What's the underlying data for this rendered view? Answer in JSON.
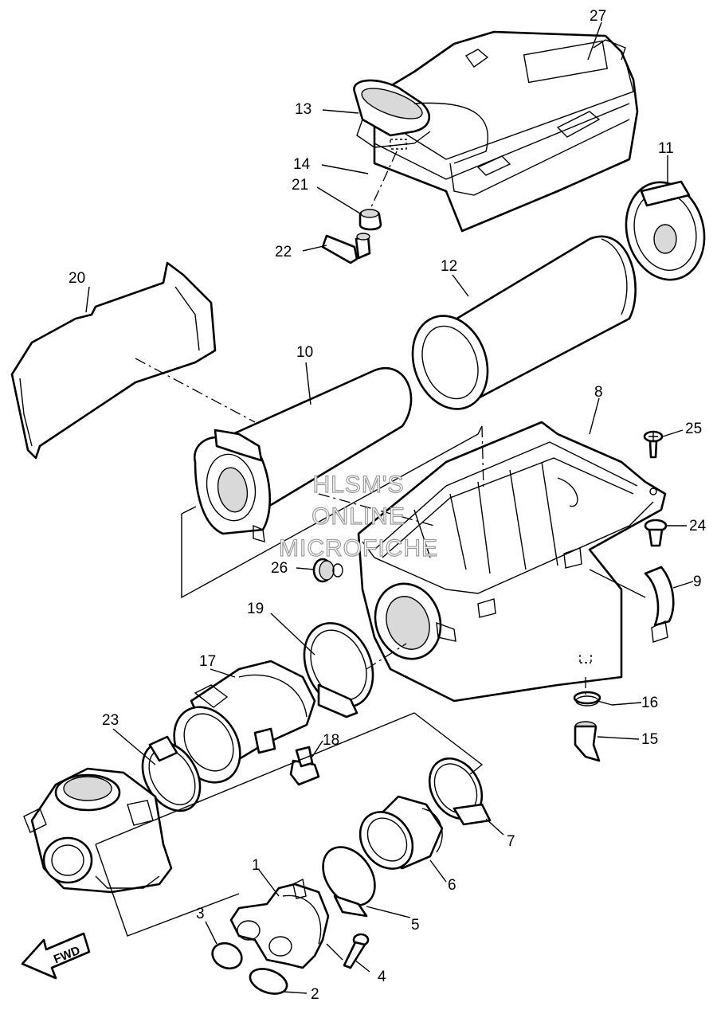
{
  "diagram": {
    "callouts": [
      "1",
      "2",
      "3",
      "4",
      "5",
      "6",
      "7",
      "8",
      "9",
      "10",
      "11",
      "12",
      "13",
      "14",
      "15",
      "16",
      "17",
      "18",
      "19",
      "20",
      "21",
      "22",
      "23",
      "24",
      "25",
      "26",
      "27"
    ],
    "watermark": [
      "HLSM'S",
      "ONLINE",
      "MICROFICHE"
    ],
    "direction_label": "FWD"
  }
}
